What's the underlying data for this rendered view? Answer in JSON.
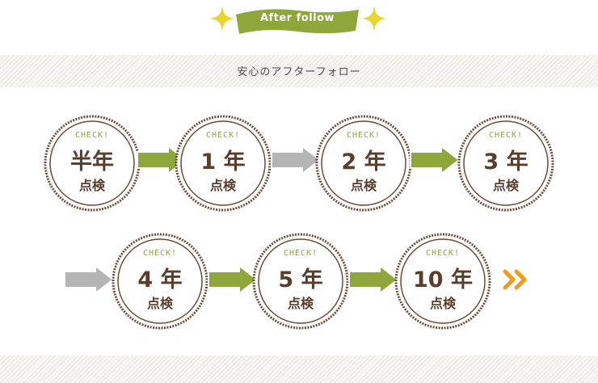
{
  "banner": {
    "label": "After follow"
  },
  "subtitle": "安心のアフターフォロー",
  "badges": [
    {
      "check": "CHECK!",
      "year": "半年",
      "label": "点検"
    },
    {
      "check": "CHECK!",
      "year": "1 年",
      "label": "点検"
    },
    {
      "check": "CHECK!",
      "year": "2 年",
      "label": "点検"
    },
    {
      "check": "CHECK!",
      "year": "3 年",
      "label": "点検"
    },
    {
      "check": "CHECK!",
      "year": "4 年",
      "label": "点検"
    },
    {
      "check": "CHECK!",
      "year": "5 年",
      "label": "点検"
    },
    {
      "check": "CHECK!",
      "year": "10 年",
      "label": "点検"
    }
  ],
  "colors": {
    "green": "#8ea63a",
    "gray": "#b4b4b4",
    "orange": "#f29a1a",
    "brown": "#5a3d2b",
    "sparkle": "#e8d530"
  },
  "icons": {
    "sparkle": "sparkle-icon",
    "arrow": "arrow-right-icon",
    "more": "double-chevron-right-icon"
  }
}
